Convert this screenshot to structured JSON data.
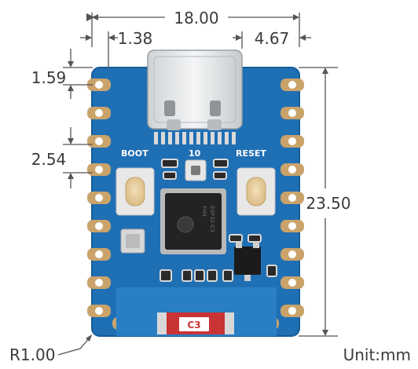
{
  "dimensions": {
    "board_width": "18.00",
    "left_offset": "1.38",
    "right_offset": "4.67",
    "top_offset": "1.59",
    "pin_pitch": "2.54",
    "board_height": "23.50",
    "corner_radius": "R1.00",
    "unit": "Unit:mm"
  },
  "silkscreen": {
    "boot": "BOOT",
    "io": "10",
    "reset": "RESET",
    "antenna_label": "C3",
    "chip_marking": [
      "ESP32-C3",
      "FH4"
    ]
  },
  "colors": {
    "board": "#1f6fb4",
    "board_edge": "#175c98",
    "pad_gold": "#c9a36a",
    "dimension_text": "#3b3b3b",
    "antenna": "#cc3333"
  }
}
